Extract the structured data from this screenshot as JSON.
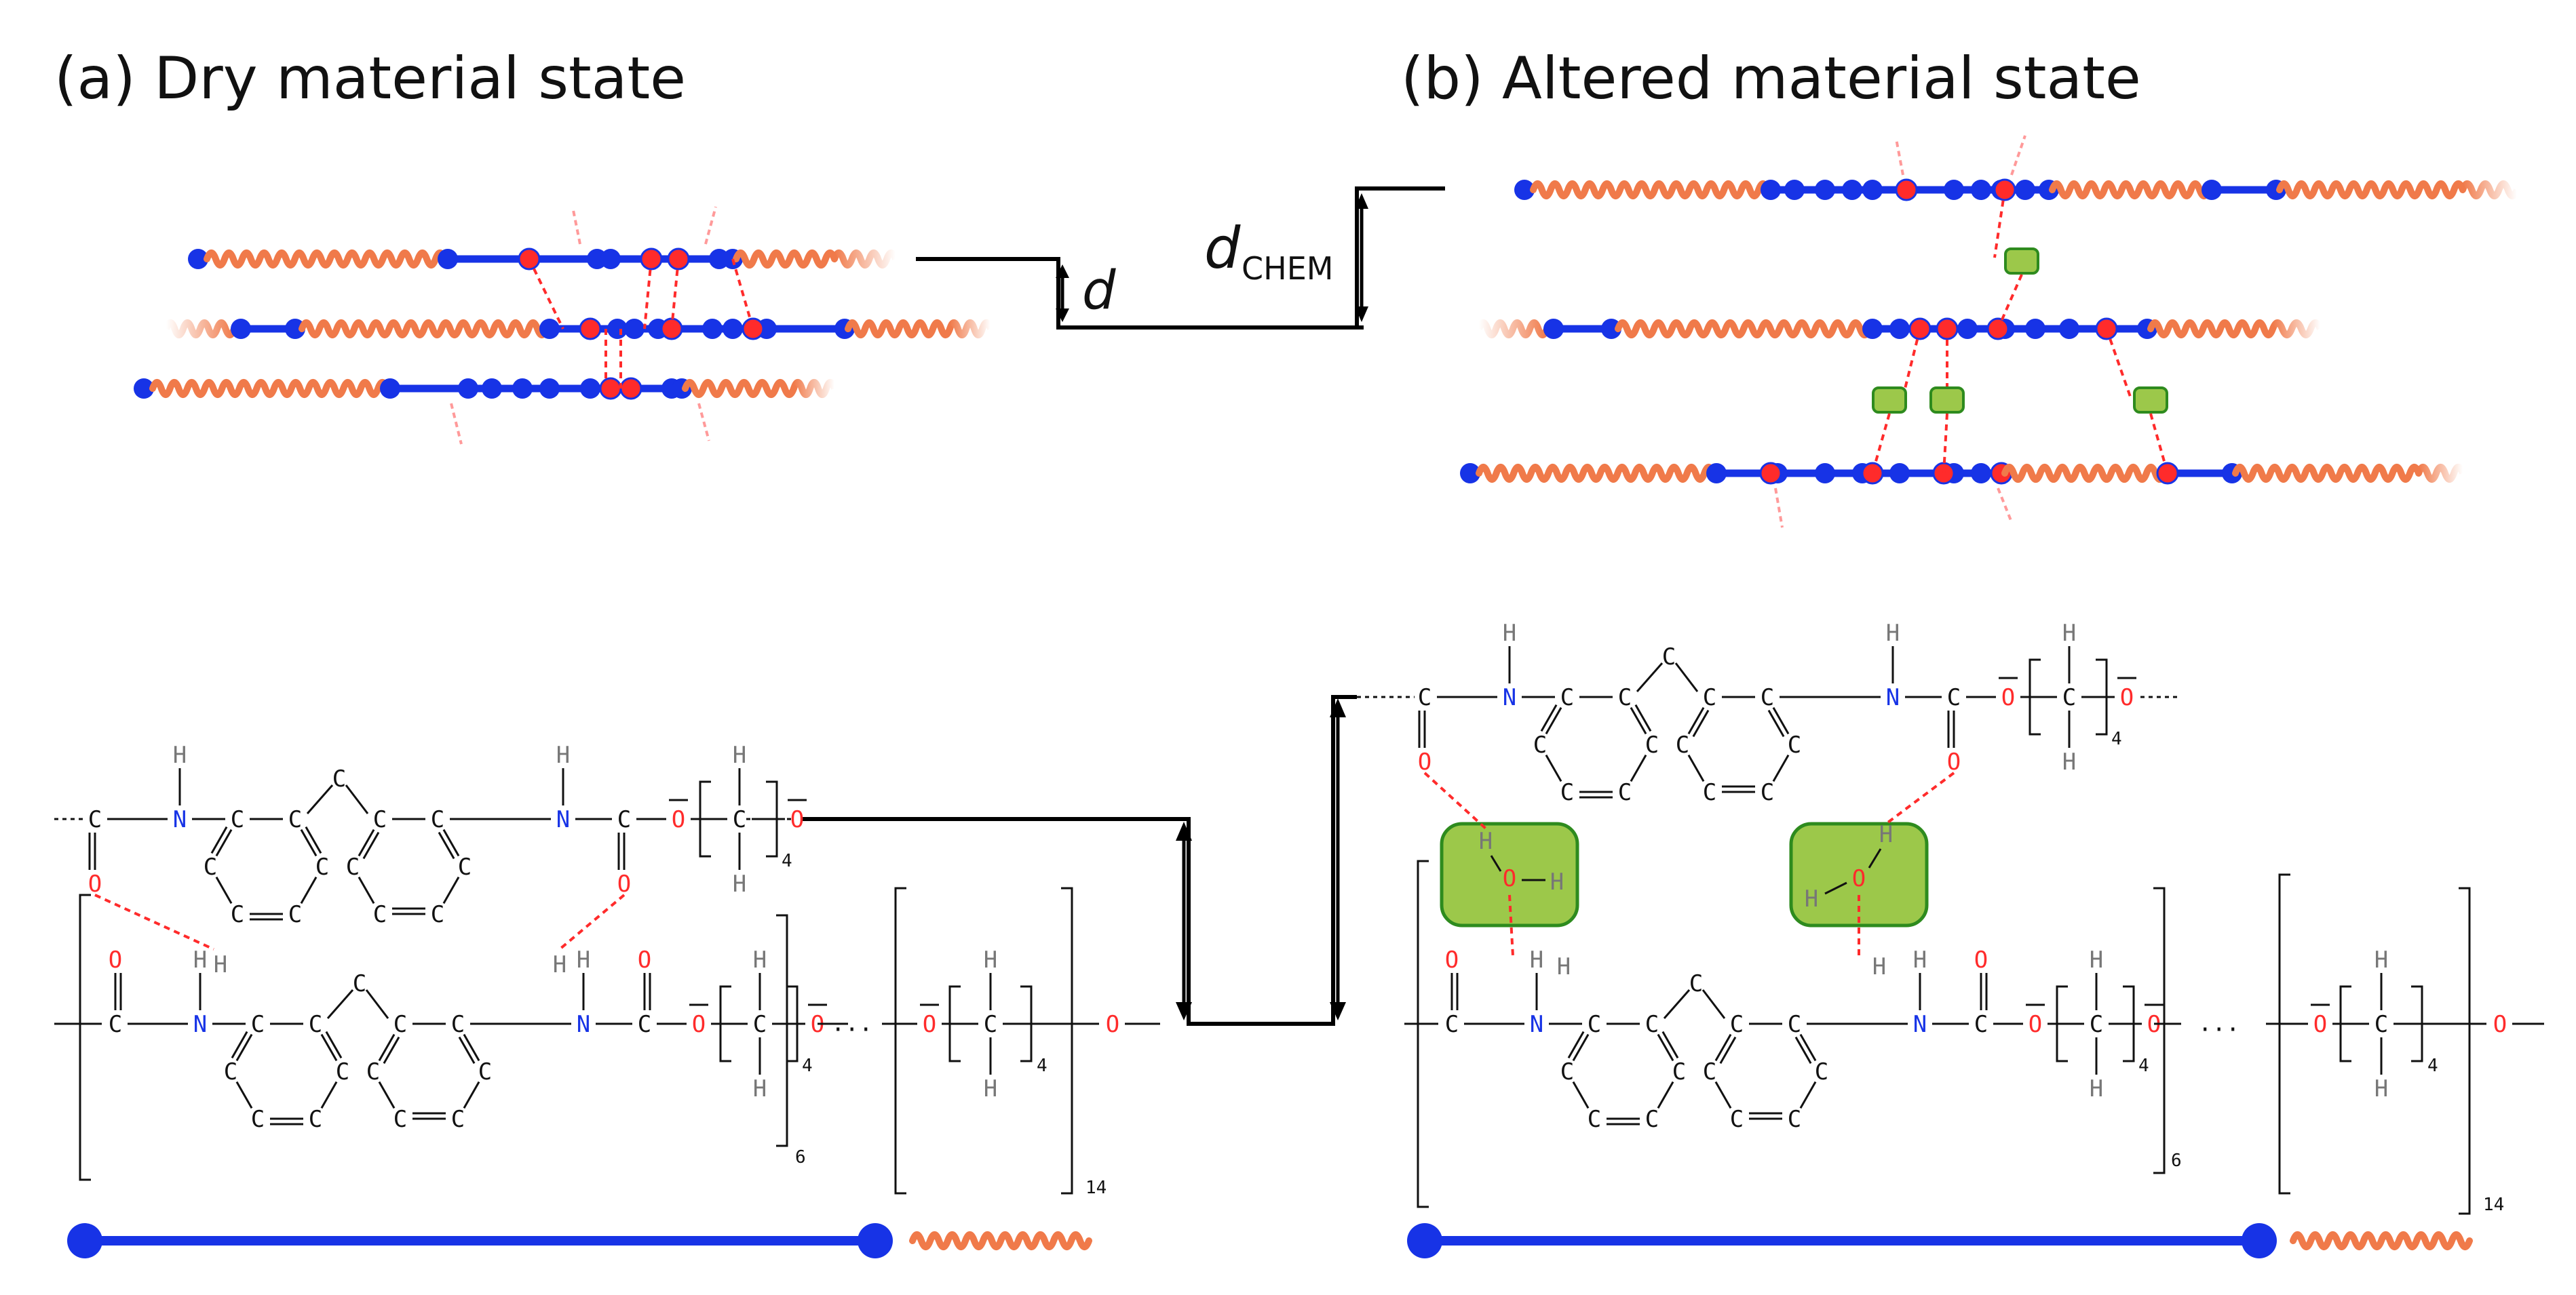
{
  "panels": {
    "a": {
      "title": "(a) Dry material state"
    },
    "b": {
      "title": "(b) Altered material state"
    }
  },
  "labels": {
    "d": "d",
    "d_chem_main": "d",
    "d_chem_sub": "CHEM"
  },
  "atoms": {
    "C": "C",
    "N": "N",
    "O": "O",
    "H": "H"
  },
  "subscripts": {
    "n4": "4",
    "n6": "6",
    "n14": "14"
  },
  "ellipsis": "···",
  "colors": {
    "hard_segment": "#1733e6",
    "soft_segment": "#f07a4a",
    "hbond": "#ff2b2b",
    "node": "#ff2b2b",
    "water_fill": "#9cc84a",
    "water_stroke": "#2e8b1e",
    "nitrogen": "#1733e6",
    "oxygen": "#ff2b2b",
    "hydrogen": "#777777"
  }
}
